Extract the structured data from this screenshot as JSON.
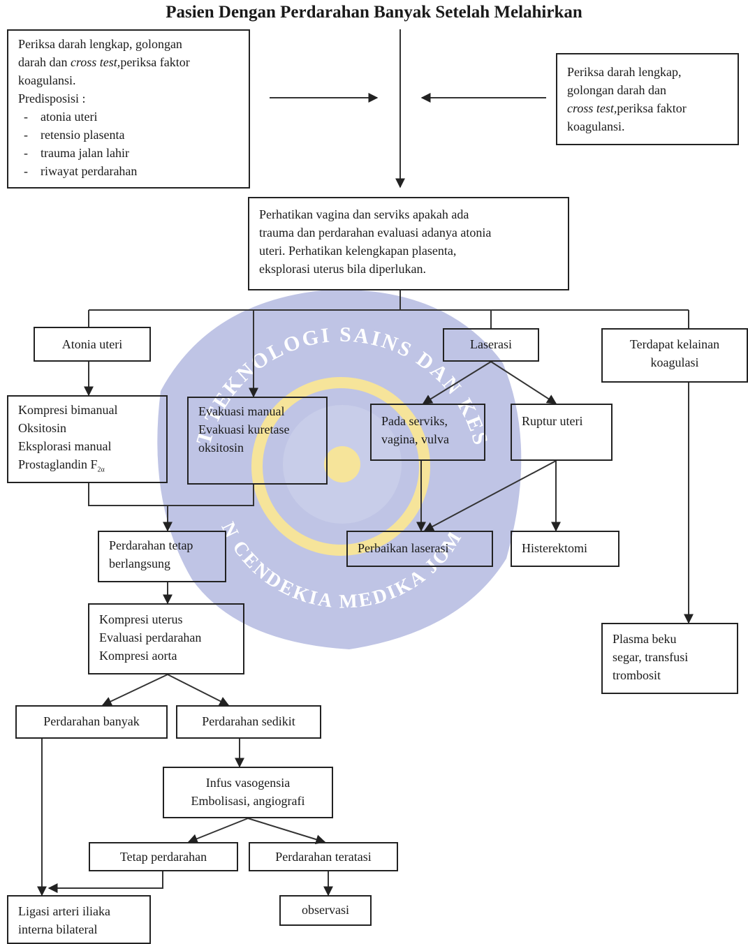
{
  "title": "Pasien Dengan Perdarahan Banyak Setelah Melahirkan",
  "left_box": {
    "line1": "Periksa darah lengkap, golongan",
    "line2_a": "darah dan ",
    "line2_italic": "cross test,",
    "line2_b": "periksa faktor",
    "line3": "koagulansi.",
    "predisposisi_label": "Predisposisi :",
    "predisposisi": [
      "atonia uteri",
      "retensio plasenta",
      "trauma jalan lahir",
      "riwayat perdarahan"
    ]
  },
  "right_box": {
    "line1": "Periksa darah lengkap,",
    "line2": "golongan darah dan",
    "line3_italic": "cross test,",
    "line3_b": "periksa faktor",
    "line4": "koagulansi."
  },
  "exam_box": [
    "Perhatikan vagina dan serviks apakah ada",
    "trauma dan perdarahan evaluasi adanya atonia",
    "uteri. Perhatikan kelengkapan plasenta,",
    "eksplorasi uterus bila diperlukan."
  ],
  "atonia": "Atonia uteri",
  "laserasi": "Laserasi",
  "koagulasi": [
    "Terdapat kelainan",
    "koagulasi"
  ],
  "kompresi_bimanual": [
    "Kompresi bimanual",
    "Oksitosin",
    "Eksplorasi manual",
    "Prostaglandin F"
  ],
  "prostaglandin_sub": "2α",
  "evakuasi": [
    "Evakuasi manual",
    "Evakuasi kuretase",
    "oksitosin"
  ],
  "pada_serviks": [
    "Pada serviks,",
    "vagina, vulva"
  ],
  "ruptur": "Ruptur uteri",
  "perdarahan_tetap": [
    "Perdarahan tetap",
    "berlangsung"
  ],
  "perbaikan": "Perbaikan laserasi",
  "histerektomi": "Histerektomi",
  "kompresi_uterus": [
    "Kompresi uterus",
    "Evaluasi perdarahan",
    "Kompresi aorta"
  ],
  "plasma": [
    "Plasma beku",
    "segar, transfusi",
    "trombosit"
  ],
  "perdarahan_banyak": "Perdarahan banyak",
  "perdarahan_sedikit": "Perdarahan sedikit",
  "infus": [
    "Infus vasogensia",
    "Embolisasi, angiografi"
  ],
  "tetap_perdarahan": "Tetap perdarahan",
  "perdarahan_teratasi": "Perdarahan teratasi",
  "ligasi": [
    "Ligasi arteri iliaka",
    "interna bilateral"
  ],
  "observasi": "observasi",
  "watermark": {
    "text_top": "INSTITUT TEKNOLOGI SAINS DAN KESEHATAN",
    "text_bottom": "INSAN CENDEKIA MEDIKA JOMBANG",
    "colors": {
      "blue": "#aab0dc",
      "gold": "#f6e49a"
    }
  }
}
